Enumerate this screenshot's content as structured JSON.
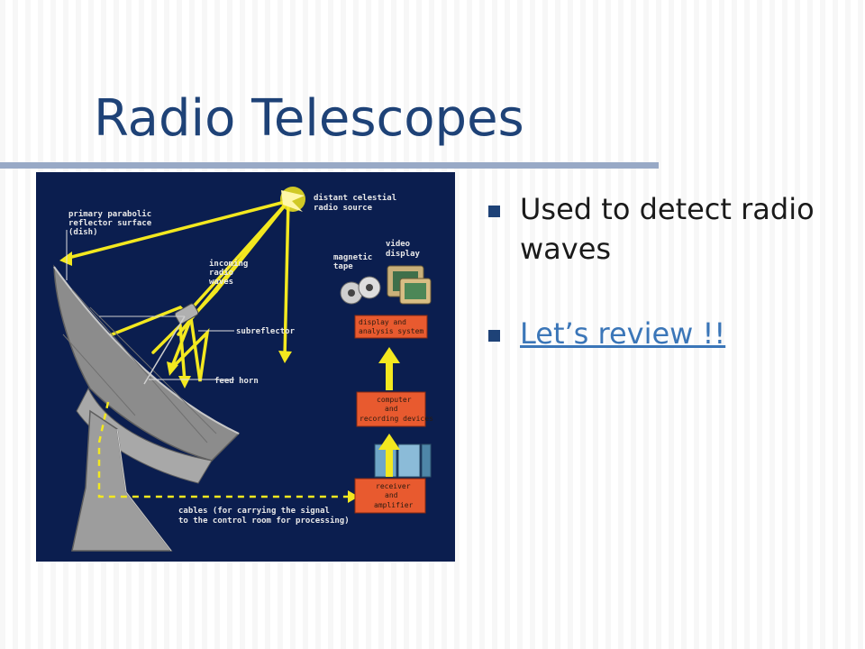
{
  "slide": {
    "title": "Radio Telescopes",
    "bullets": [
      {
        "text": "Used to detect radio waves",
        "is_link": false
      },
      {
        "text": "Let’s review !!",
        "is_link": true
      }
    ],
    "colors": {
      "title": "#1e4277",
      "link": "#3b76b8",
      "bullet": "#1e4277",
      "rule": "#98a9c6"
    }
  },
  "diagram": {
    "labels": {
      "source": [
        "distant celestial",
        "radio source"
      ],
      "dish": [
        "primary parabolic",
        "reflector surface",
        "(dish)"
      ],
      "waves": [
        "incoming",
        "radio",
        "waves"
      ],
      "tape": [
        "magnetic",
        "tape"
      ],
      "video": [
        "video",
        "display"
      ],
      "subreflector": "subreflector",
      "feedhorn": "feed horn",
      "cables": [
        "cables (for carrying the signal",
        "to the control room for processing)"
      ]
    },
    "boxes": {
      "display": [
        "display and",
        "analysis system"
      ],
      "computer": [
        "computer",
        "and",
        "recording devices"
      ],
      "receiver": [
        "receiver",
        "and",
        "amplifier"
      ]
    }
  }
}
